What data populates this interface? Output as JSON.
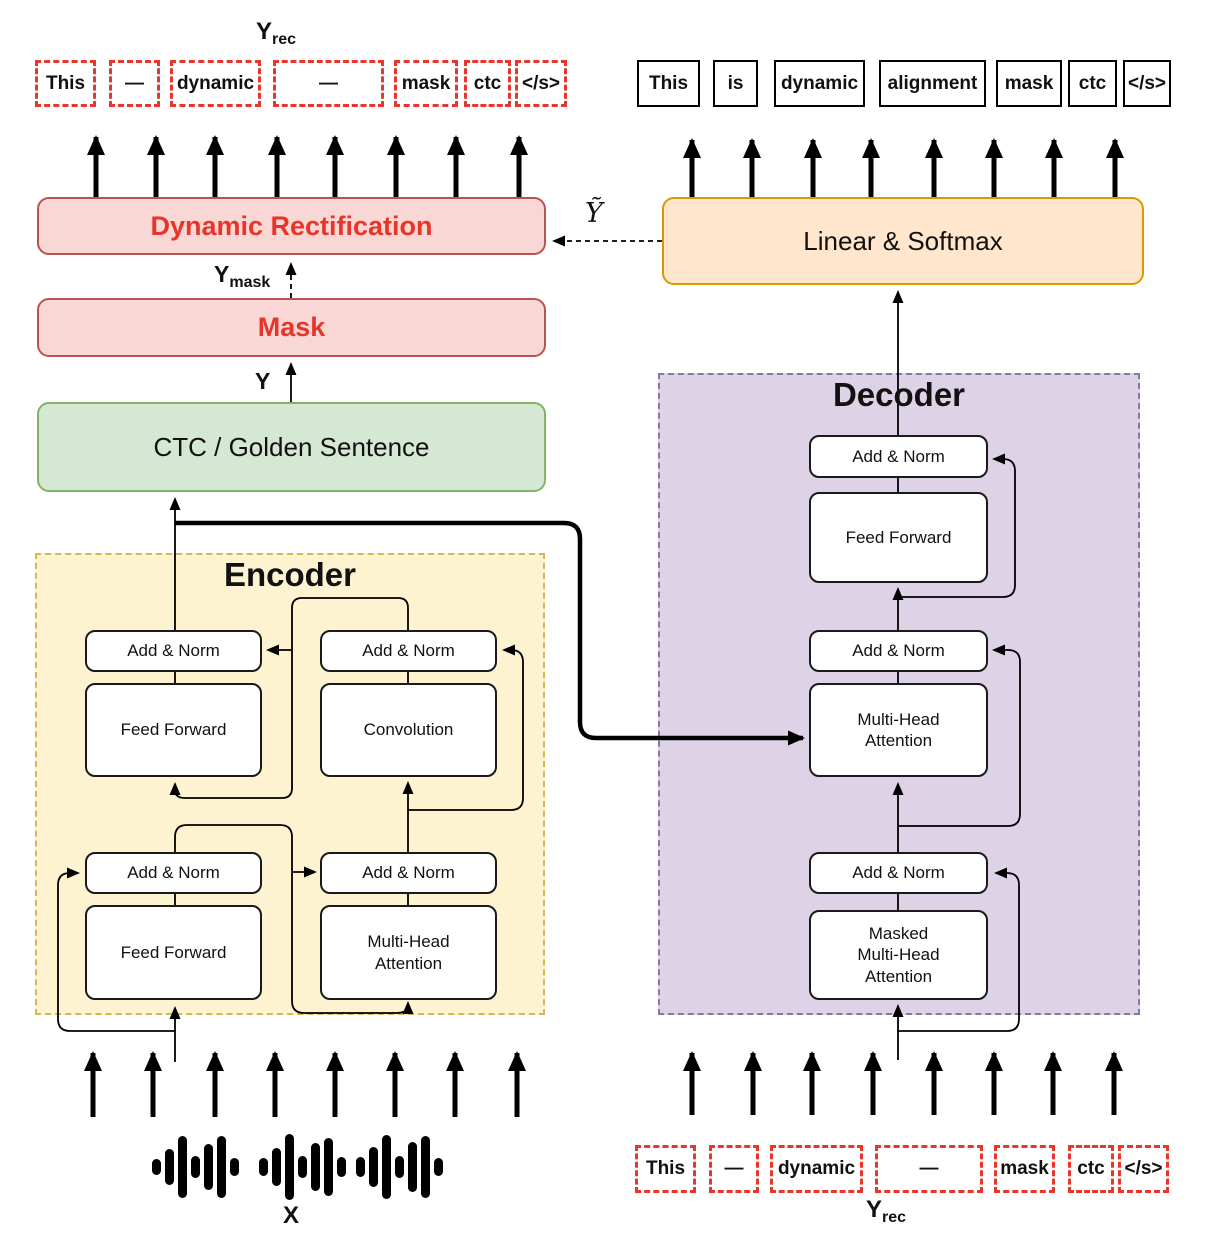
{
  "diagram": {
    "top_left": {
      "output_label_base": "Y",
      "output_label_sub": "rec",
      "tokens": [
        "This",
        "—",
        "dynamic",
        "—",
        "mask",
        "ctc",
        "</s>"
      ]
    },
    "top_right": {
      "tokens": [
        "This",
        "is",
        "dynamic",
        "alignment",
        "mask",
        "ctc",
        "</s>"
      ]
    },
    "bottom_right": {
      "input_label_base": "Y",
      "input_label_sub": "rec",
      "tokens": [
        "This",
        "—",
        "dynamic",
        "—",
        "mask",
        "ctc",
        "</s>"
      ]
    },
    "bottom_left": {
      "input_label": "X"
    },
    "blocks": {
      "dynamic_rectification": "Dynamic Rectification",
      "mask": "Mask",
      "ctc_golden": "CTC / Golden Sentence",
      "linear_softmax": "Linear & Softmax"
    },
    "signals": {
      "y": "Y",
      "y_mask_base": "Y",
      "y_mask_sub": "mask",
      "y_tilde": "Ỹ"
    },
    "encoder": {
      "title": "Encoder",
      "add_norm": "Add & Norm",
      "feed_forward": "Feed Forward",
      "convolution": "Convolution",
      "multi_head_attention": "Multi-Head Attention"
    },
    "decoder": {
      "title": "Decoder",
      "add_norm": "Add & Norm",
      "feed_forward": "Feed Forward",
      "multi_head_attention": "Multi-Head Attention",
      "masked_multi_head_attention": "Masked Multi-Head Attention"
    }
  },
  "colors": {
    "red_box_fill": "#f8d7d4",
    "red_box_stroke": "#b85450",
    "red_text": "#e8352a",
    "token_dashed_red": "#e8362d",
    "green_fill": "#d5e8d4",
    "green_stroke": "#82b366",
    "orange_fill": "#ffe6cc",
    "orange_stroke": "#d79b00",
    "encoder_fill": "#fdf3d0",
    "encoder_stroke": "#d6b656",
    "decoder_fill": "#ded3e6",
    "decoder_stroke": "#8678a0",
    "line_color": "#000000"
  }
}
